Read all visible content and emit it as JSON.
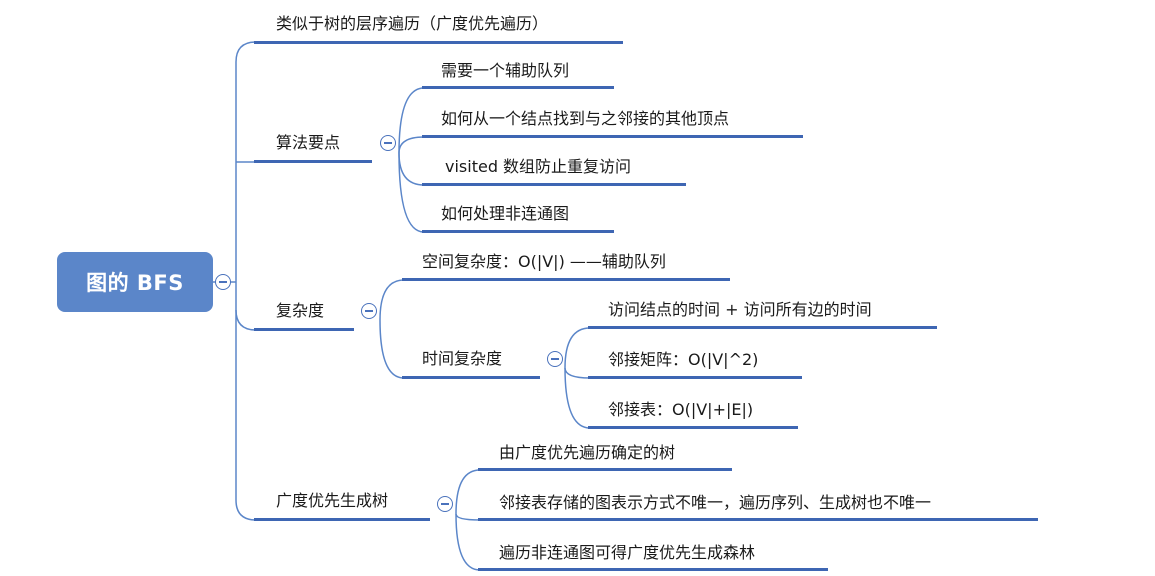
{
  "root": {
    "label": "图的 BFS"
  },
  "branches": {
    "desc": {
      "label": "类似于树的层序遍历（广度优先遍历）"
    },
    "algo": {
      "label": "算法要点",
      "children": [
        "需要一个辅助队列",
        "如何从一个结点找到与之邻接的其他顶点",
        "visited 数组防止重复访问",
        "如何处理非连通图"
      ]
    },
    "complexity": {
      "label": "复杂度",
      "space": "空间复杂度：O(|V|) ——辅助队列",
      "time": {
        "label": "时间复杂度",
        "children": [
          "访问结点的时间 + 访问所有边的时间",
          "邻接矩阵：O(|V|^2)",
          "邻接表：O(|V|+|E|)"
        ]
      }
    },
    "tree": {
      "label": "广度优先生成树",
      "children": [
        "由广度优先遍历确定的树",
        "邻接表存储的图表示方式不唯一，遍历序列、生成树也不唯一",
        "遍历非连通图可得广度优先生成森林"
      ]
    }
  }
}
